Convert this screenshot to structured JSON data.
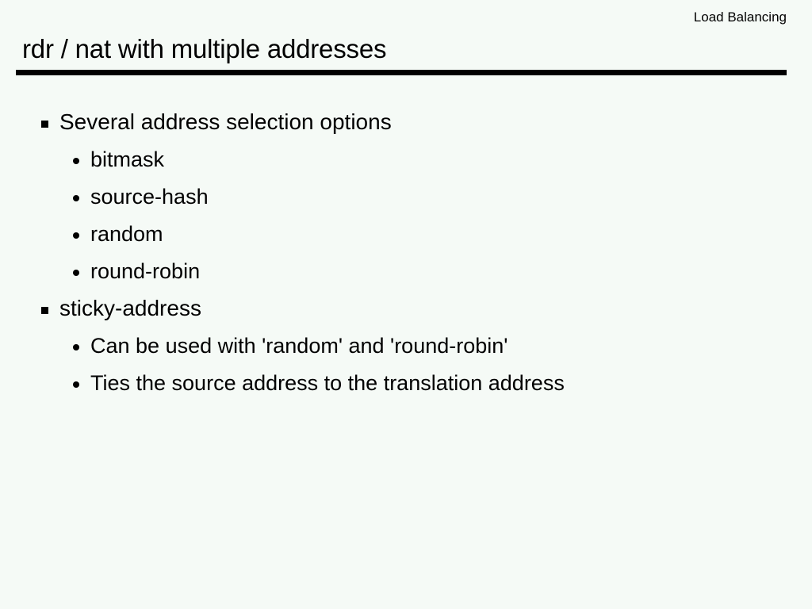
{
  "slide": {
    "running_head": "Load Balancing",
    "title": "rdr / nat with multiple addresses",
    "rule_color": "#000000",
    "background_color": "#f5faf6",
    "text_color": "#000000",
    "outline": [
      {
        "level": 1,
        "marker": "square-bullet-icon",
        "text": "Several address selection options"
      },
      {
        "level": 2,
        "marker": "disc-bullet-icon",
        "text": "bitmask"
      },
      {
        "level": 2,
        "marker": "disc-bullet-icon",
        "text": "source-hash"
      },
      {
        "level": 2,
        "marker": "disc-bullet-icon",
        "text": "random"
      },
      {
        "level": 2,
        "marker": "disc-bullet-icon",
        "text": "round-robin"
      },
      {
        "level": 1,
        "marker": "square-bullet-icon",
        "text": "sticky-address"
      },
      {
        "level": 2,
        "marker": "disc-bullet-icon",
        "text": "Can be used with 'random' and 'round-robin'"
      },
      {
        "level": 2,
        "marker": "disc-bullet-icon",
        "text": "Ties the source address to the translation address"
      }
    ]
  }
}
